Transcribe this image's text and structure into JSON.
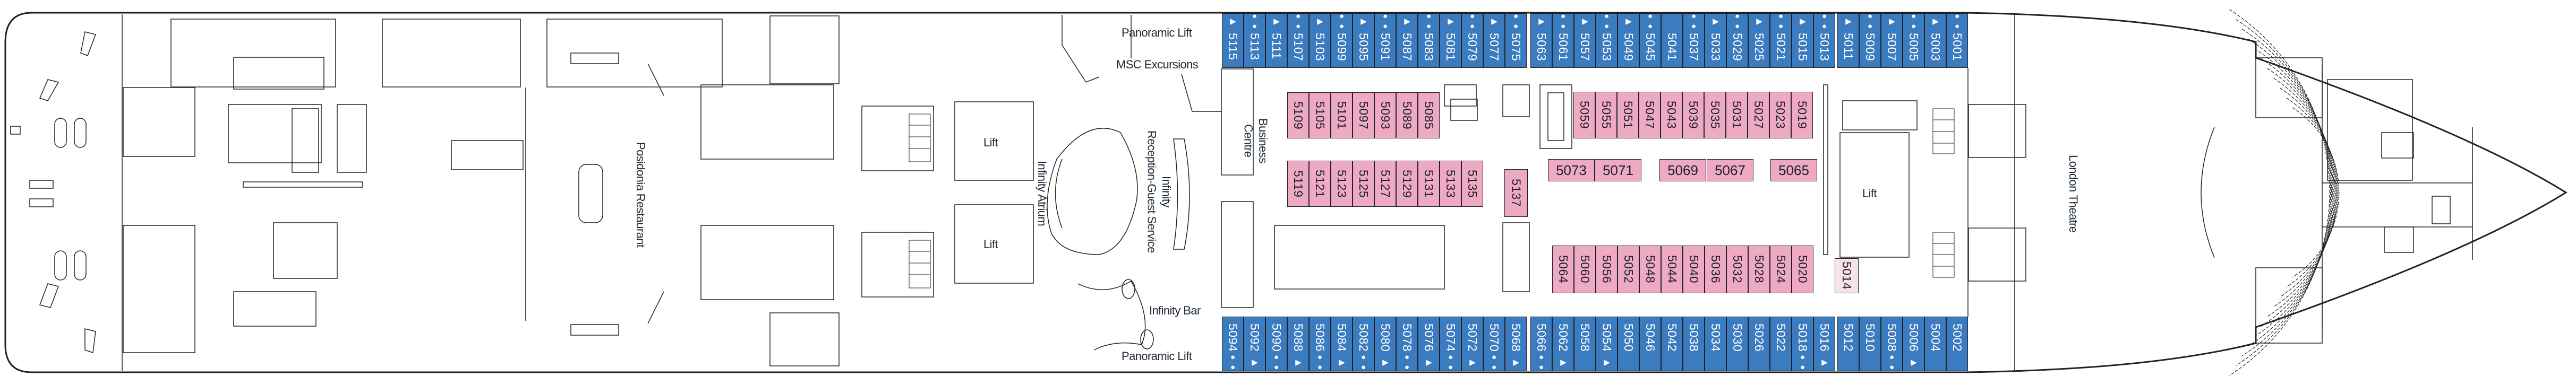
{
  "colors": {
    "balcony_cabin": "#3b7bbf",
    "interior_cabin": "#eeaac5",
    "interior_cabin_light": "#f7e2ec",
    "outline": "#222222"
  },
  "legend_symbols": {
    "triangle": "▶",
    "dots": "●●"
  },
  "labels": {
    "panoramic_lift_top": "Panoramic Lift",
    "msc_excursions": "MSC Excursions",
    "business_centre": "Business\nCentre",
    "infinity_atrium": "Infinity Atrium",
    "reception": "Infinity\nReception-Guest Service",
    "infinity_bar": "Infinity Bar",
    "panoramic_lift_bottom": "Panoramic Lift",
    "lift_aft_upper": "Lift",
    "lift_aft_lower": "Lift",
    "lift_forward": "Lift",
    "posidonia_restaurant": "Posidonia Restaurant",
    "london_theatre": "London Theatre"
  },
  "cabins": {
    "top_row": [
      [
        {
          "number": "5115",
          "symbol": "triangle"
        },
        {
          "number": "5113",
          "symbol": "dots"
        },
        {
          "number": "5111",
          "symbol": "triangle"
        },
        {
          "number": "5107",
          "symbol": "dots"
        },
        {
          "number": "5103",
          "symbol": "triangle"
        },
        {
          "number": "5099",
          "symbol": "dots"
        },
        {
          "number": "5095",
          "symbol": "triangle"
        },
        {
          "number": "5091",
          "symbol": "dots"
        },
        {
          "number": "5087",
          "symbol": "triangle"
        },
        {
          "number": "5083",
          "symbol": "dots"
        },
        {
          "number": "5081",
          "symbol": "triangle"
        },
        {
          "number": "5079",
          "symbol": "dots"
        },
        {
          "number": "5077",
          "symbol": "triangle"
        },
        {
          "number": "5075",
          "symbol": "dots"
        }
      ],
      [
        {
          "number": "5063",
          "symbol": "triangle"
        },
        {
          "number": "5061",
          "symbol": "dots"
        },
        {
          "number": "5057",
          "symbol": "triangle"
        },
        {
          "number": "5053",
          "symbol": "dots"
        },
        {
          "number": "5049",
          "symbol": "triangle"
        },
        {
          "number": "5045",
          "symbol": "dots"
        },
        {
          "number": "5041",
          "symbol": ""
        },
        {
          "number": "5037",
          "symbol": "dots"
        },
        {
          "number": "5033",
          "symbol": "triangle"
        },
        {
          "number": "5029",
          "symbol": "dots"
        },
        {
          "number": "5025",
          "symbol": "triangle"
        },
        {
          "number": "5021",
          "symbol": "dots"
        },
        {
          "number": "5015",
          "symbol": "triangle"
        },
        {
          "number": "5013",
          "symbol": "dots"
        }
      ],
      [
        {
          "number": "5011",
          "symbol": "triangle"
        },
        {
          "number": "5009",
          "symbol": "dots"
        },
        {
          "number": "5007",
          "symbol": "triangle"
        },
        {
          "number": "5005",
          "symbol": "dots"
        },
        {
          "number": "5003",
          "symbol": "triangle"
        },
        {
          "number": "5001",
          "symbol": "dots"
        }
      ]
    ],
    "bottom_row": [
      [
        {
          "number": "5094",
          "symbol": "dots"
        },
        {
          "number": "5092",
          "symbol": "triangle"
        },
        {
          "number": "5090",
          "symbol": "dots"
        },
        {
          "number": "5088",
          "symbol": "triangle"
        },
        {
          "number": "5086",
          "symbol": "dots"
        },
        {
          "number": "5084",
          "symbol": "triangle"
        },
        {
          "number": "5082",
          "symbol": "dots"
        },
        {
          "number": "5080",
          "symbol": "triangle"
        },
        {
          "number": "5078",
          "symbol": "dots"
        },
        {
          "number": "5076",
          "symbol": "triangle"
        },
        {
          "number": "5074",
          "symbol": "dots"
        },
        {
          "number": "5072",
          "symbol": "triangle"
        },
        {
          "number": "5070",
          "symbol": "dots"
        },
        {
          "number": "5068",
          "symbol": "triangle"
        }
      ],
      [
        {
          "number": "5066",
          "symbol": "dots"
        },
        {
          "number": "5062",
          "symbol": "triangle"
        },
        {
          "number": "5058",
          "symbol": ""
        },
        {
          "number": "5054",
          "symbol": "triangle"
        },
        {
          "number": "5050",
          "symbol": ""
        },
        {
          "number": "5046",
          "symbol": ""
        },
        {
          "number": "5042",
          "symbol": ""
        },
        {
          "number": "5038",
          "symbol": ""
        },
        {
          "number": "5034",
          "symbol": ""
        },
        {
          "number": "5030",
          "symbol": ""
        },
        {
          "number": "5026",
          "symbol": ""
        },
        {
          "number": "5022",
          "symbol": ""
        },
        {
          "number": "5018",
          "symbol": "dots"
        },
        {
          "number": "5016",
          "symbol": "triangle"
        }
      ],
      [
        {
          "number": "5012",
          "symbol": ""
        },
        {
          "number": "5010",
          "symbol": ""
        },
        {
          "number": "5008",
          "symbol": "dots"
        },
        {
          "number": "5006",
          "symbol": "triangle"
        },
        {
          "number": "5004",
          "symbol": ""
        },
        {
          "number": "5002",
          "symbol": ""
        }
      ]
    ],
    "inner_upper_aft": [
      "5109",
      "5105",
      "5101",
      "5097",
      "5093",
      "5089",
      "5085"
    ],
    "inner_lower_aft": [
      "5119",
      "5121",
      "5123",
      "5125",
      "5127",
      "5129",
      "5131",
      "5133",
      "5135"
    ],
    "inner_single": "5137",
    "inner_upper_fwd": [
      "5059",
      "5055",
      "5051",
      "5047",
      "5043",
      "5039",
      "5035",
      "5031",
      "5027",
      "5023",
      "5019"
    ],
    "inner_mid_fwd": [
      "5073",
      "5071",
      "5069",
      "5067",
      "5065"
    ],
    "inner_lower_fwd": [
      "5064",
      "5060",
      "5056",
      "5052",
      "5048",
      "5044",
      "5040",
      "5036",
      "5032",
      "5028",
      "5024",
      "5020"
    ],
    "inner_light": "5014"
  }
}
